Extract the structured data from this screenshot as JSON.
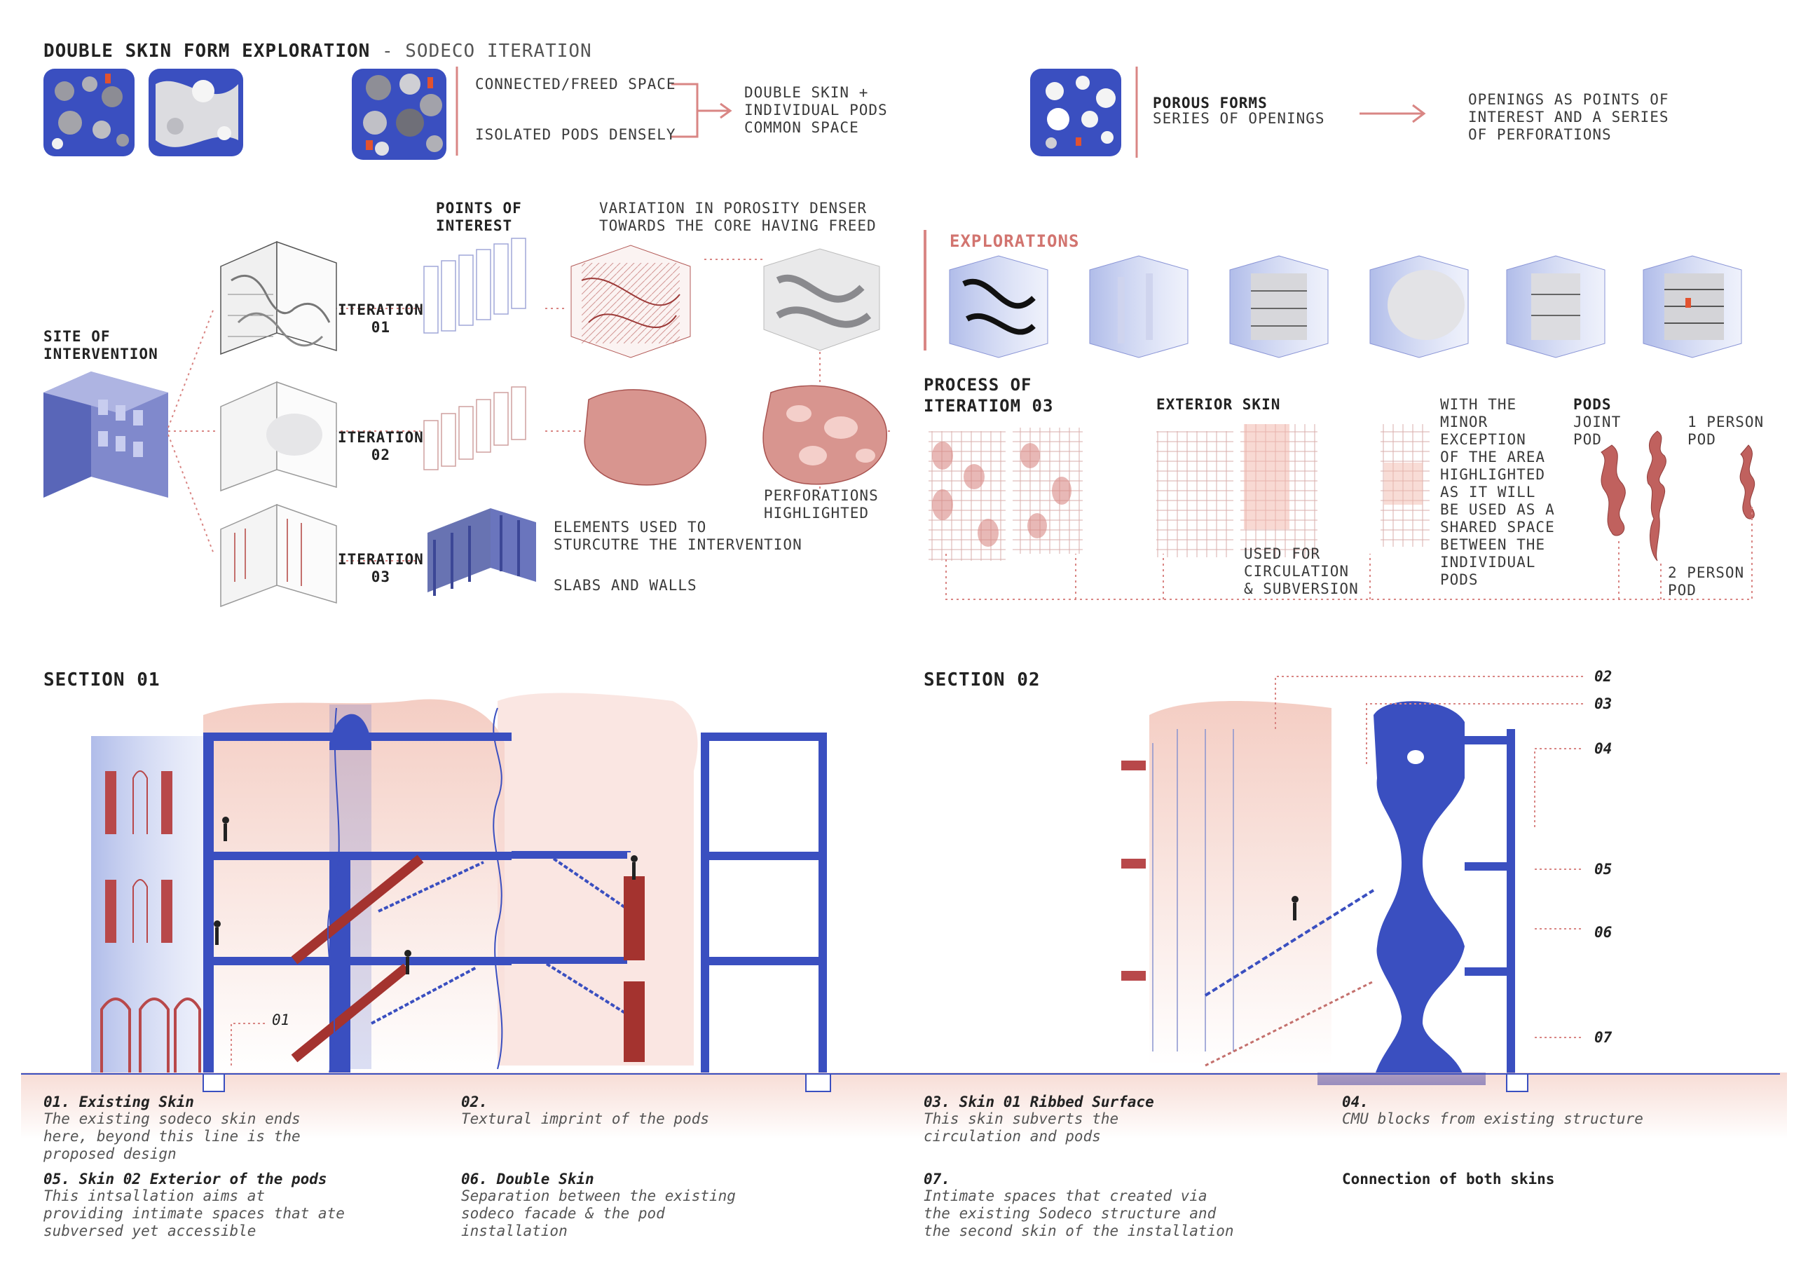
{
  "header": {
    "title": "DOUBLE SKIN FORM EXPLORATION",
    "subtitle": " - SODECO ITERATION"
  },
  "top_strip": {
    "connected": "CONNECTED/FREED SPACE",
    "isolated": "ISOLATED PODS DENSELY",
    "result": "DOUBLE SKIN +\nINDIVIDUAL PODS\nCOMMON SPACE",
    "porous_title": "POROUS FORMS",
    "porous_sub": "SERIES OF OPENINGS",
    "openings": "OPENINGS AS POINTS OF\nINTEREST AND A SERIES\nOF PERFORATIONS"
  },
  "iterations": {
    "site": "SITE OF\nINTERVENTION",
    "poi": "POINTS OF\nINTEREST",
    "variation": "VARIATION IN POROSITY DENSER\nTOWARDS THE CORE HAVING FREED",
    "it1": "ITERATION\n01",
    "it2": "ITERATION\n02",
    "it3": "ITERATION\n03",
    "perforations": "PERFORATIONS\nHIGHLIGHTED",
    "elements": "ELEMENTS USED TO\nSTURCUTRE THE INTERVENTION",
    "slabs": "SLABS AND WALLS"
  },
  "explorations": {
    "title": "EXPLORATIONS"
  },
  "process": {
    "title": "PROCESS OF\nITERATIOM 03",
    "exterior": "EXTERIOR SKIN",
    "circulation": "USED FOR\nCIRCULATION\n& SUBVERSION",
    "exception": "WITH THE\nMINOR\nEXCEPTION\nOF THE AREA\nHIGHLIGHTED\nAS IT WILL\nBE USED AS A\nSHARED SPACE\nBETWEEN THE\nINDIVIDUAL\nPODS",
    "pods": "PODS",
    "joint": "JOINT\nPOD",
    "one_person": "1 PERSON\nPOD",
    "two_person": "2 PERSON\nPOD"
  },
  "sections": {
    "s1": "SECTION 01",
    "s2": "SECTION 02",
    "tag01": "01",
    "tags": [
      "02",
      "03",
      "04",
      "05",
      "06",
      "07"
    ]
  },
  "captions": [
    {
      "t": "01. Existing Skin",
      "b": "The existing sodeco skin ends\nhere, beyond this line is the\nproposed design"
    },
    {
      "t": "02.",
      "b": "Textural imprint of the pods"
    },
    {
      "t": "03. Skin 01 Ribbed Surface",
      "b": "This skin subverts the\ncirculation and pods"
    },
    {
      "t": "04.",
      "b": "CMU blocks from existing structure"
    },
    {
      "t": "05. Skin 02 Exterior of the pods",
      "b": "This intsallation aims at\nproviding intimate spaces that ate\nsubversed yet accessible"
    },
    {
      "t": "06. Double Skin",
      "b": "Separation between the existing\nsodeco facade & the pod\ninstallation"
    },
    {
      "t": "07.",
      "b": "Intimate spaces that created via\nthe existing Sodeco structure and\nthe second skin of the installation"
    },
    {
      "t": "Connection of both skins",
      "b": ""
    }
  ],
  "colors": {
    "blue": "#3a4fc0",
    "red": "#c56a68",
    "salmon": "#f0b7a8",
    "ink": "#3a3a3a"
  }
}
